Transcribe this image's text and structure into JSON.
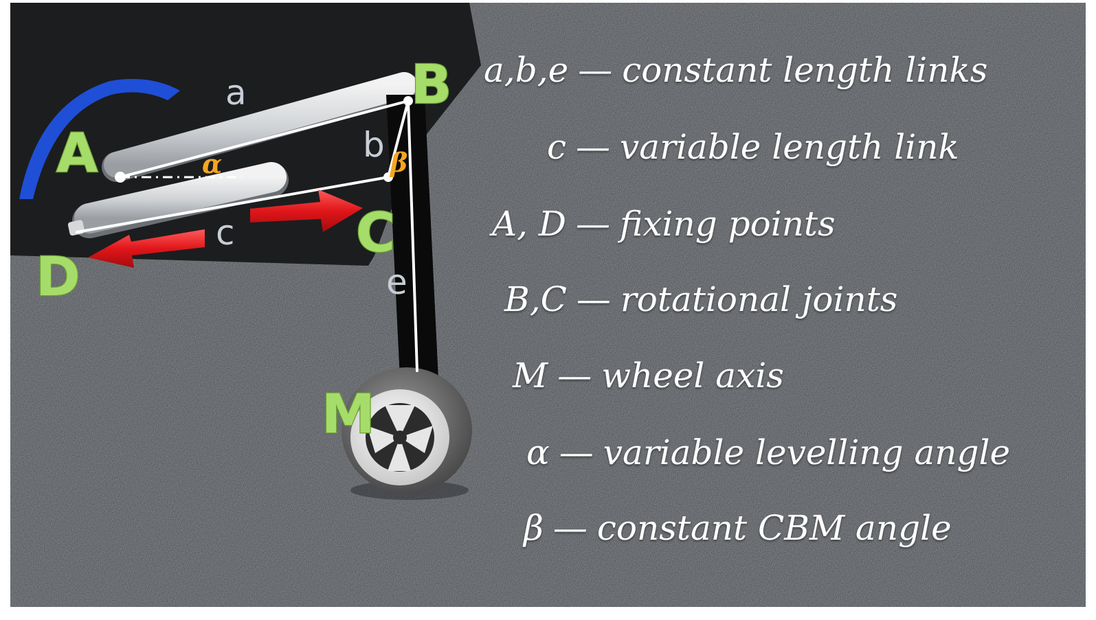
{
  "diagram": {
    "point_labels": {
      "A": "A",
      "B": "B",
      "C": "C",
      "D": "D",
      "M": "M"
    },
    "link_labels": {
      "a": "a",
      "b": "b",
      "c": "c",
      "e": "e"
    },
    "angle_labels": {
      "alpha": "α",
      "beta": "β"
    }
  },
  "legend": [
    {
      "symbol": "a,b,e",
      "dash": "—",
      "text": "constant length links"
    },
    {
      "symbol": "c",
      "dash": "—",
      "text": "variable length link"
    },
    {
      "symbol": "A, D",
      "dash": "—",
      "text": "fixing points"
    },
    {
      "symbol": "B,C",
      "dash": "—",
      "text": "rotational joints"
    },
    {
      "symbol": "M",
      "dash": "—",
      "text": "wheel axis"
    },
    {
      "symbol": "α",
      "dash": "—",
      "text": "variable levelling angle"
    },
    {
      "symbol": "β",
      "dash": "—",
      "text": "constant CBM angle"
    }
  ],
  "colors": {
    "ground": "#55585c",
    "chassis": "#1c1d1f",
    "point_label": "#a6dd6a",
    "angle_label": "#f4a623",
    "rotation_arrow": "#1f4fd6",
    "extension_arrow": "#e0161a",
    "link_line": "#ffffff"
  }
}
